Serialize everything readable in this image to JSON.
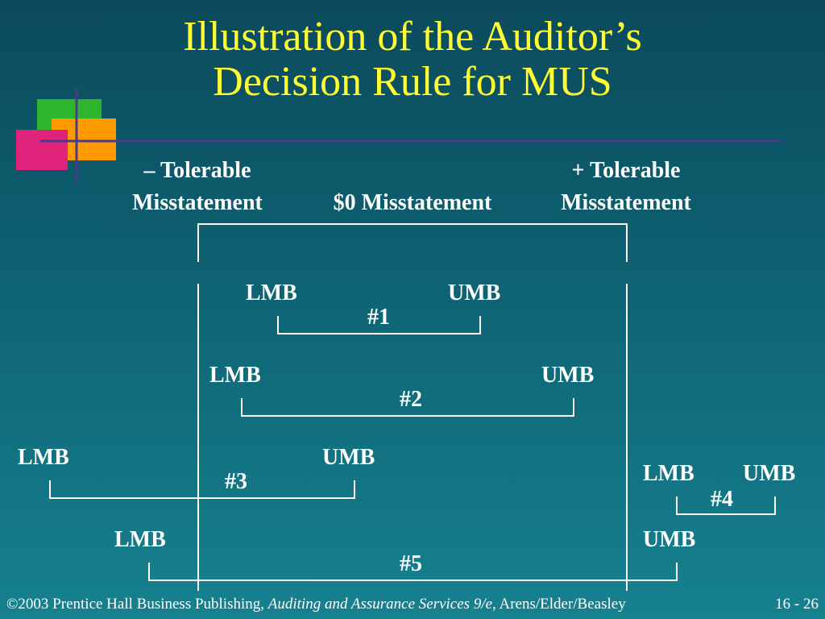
{
  "title": {
    "line1": "Illustration of the Auditor’s",
    "line2": "Decision Rule for MUS"
  },
  "colors": {
    "title": "#ffff33",
    "text": "#ffffff",
    "rule": "#4a3a8a",
    "green": "#2db52d",
    "orange": "#ff9a00",
    "magenta": "#e0237a"
  },
  "headers": {
    "neg_tolerable_line1": "– Tolerable",
    "neg_tolerable_line2": "Misstatement",
    "zero": "$0 Misstatement",
    "pos_tolerable_line1": "+ Tolerable",
    "pos_tolerable_line2": "Misstatement"
  },
  "cases": [
    {
      "id": "#1",
      "lmb": "LMB",
      "umb": "UMB"
    },
    {
      "id": "#2",
      "lmb": "LMB",
      "umb": "UMB"
    },
    {
      "id": "#3",
      "lmb": "LMB",
      "umb": "UMB"
    },
    {
      "id": "#4",
      "lmb": "LMB",
      "umb": "UMB"
    },
    {
      "id": "#5",
      "lmb": "LMB",
      "umb": "UMB"
    }
  ],
  "footer": {
    "copyright": "©2003 Prentice Hall Business Publishing, ",
    "book": "Auditing and Assurance Services 9/e,",
    "authors": " Arens/Elder/Beasley",
    "page": "16 - 26"
  }
}
